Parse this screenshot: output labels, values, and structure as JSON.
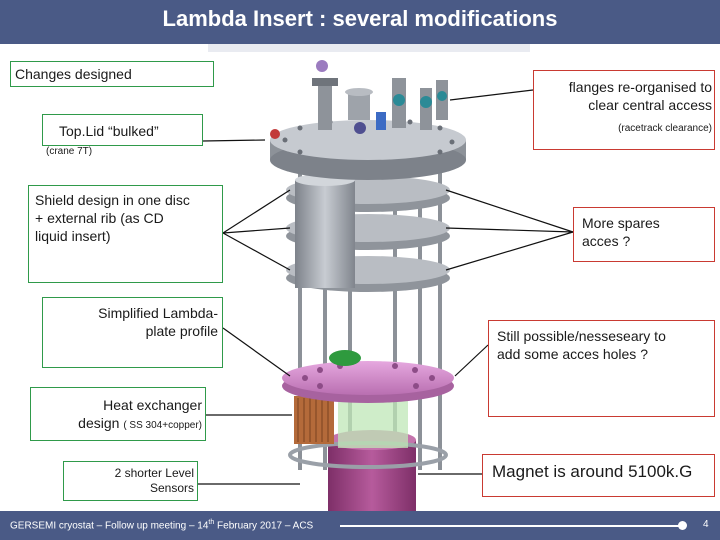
{
  "header": {
    "title": "Lambda Insert : several modifications"
  },
  "left": {
    "changes": "Changes designed",
    "toplid": "Top.Lid “bulked”",
    "crane": "(crane 7T)",
    "shield_1": "Shield design in one disc",
    "shield_2": "+ external rib (as CD",
    "shield_3": "liquid insert)",
    "lambda_1": "Simplified Lambda-",
    "lambda_2": "plate profile",
    "heat_1": "Heat exchanger",
    "heat_2": "design",
    "heat_3": "( SS 304+copper)",
    "level_1": "2 shorter Level",
    "level_2": "Sensors"
  },
  "right": {
    "flanges_1": "flanges re-organised to",
    "flanges_2": "clear central access",
    "racetrack": "(racetrack clearance)",
    "spares_1": "More spares",
    "spares_2": "acces ?",
    "holes_1": "Still possible/nesseseary  to",
    "holes_2": "add some acces holes ?",
    "magnet": "Magnet is around 5100k.G"
  },
  "footer": {
    "meeting": "GERSEMI cryostat – Follow up meeting – 14",
    "sup": "th",
    "rest": " February 2017 – ACS",
    "page": "4"
  },
  "colors": {
    "header_bg": "#4a5a86",
    "green_border": "#2f9a4a",
    "red_border": "#c93a32",
    "lambda_plate": "#cf82c8",
    "magnet": "#a04a86",
    "grey": "#a9aeb6"
  }
}
